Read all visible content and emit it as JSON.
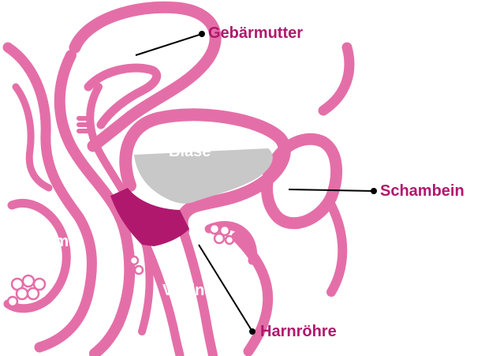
{
  "labels": {
    "uterus": "Gebärmutter",
    "bladder": "Blase",
    "pubic_bone": "Schambein",
    "bowel": "Darm",
    "vagina": "Vagina",
    "urethra": "Harnröhre"
  },
  "colors": {
    "tissue": "#e46fa8",
    "tissue_light": "#f2a9cd",
    "highlight": "#b0186e",
    "urine": "#c8c8c8",
    "leader": "#000000",
    "background": "#ffffff"
  },
  "icons": {
    "leader_end": "dot"
  }
}
